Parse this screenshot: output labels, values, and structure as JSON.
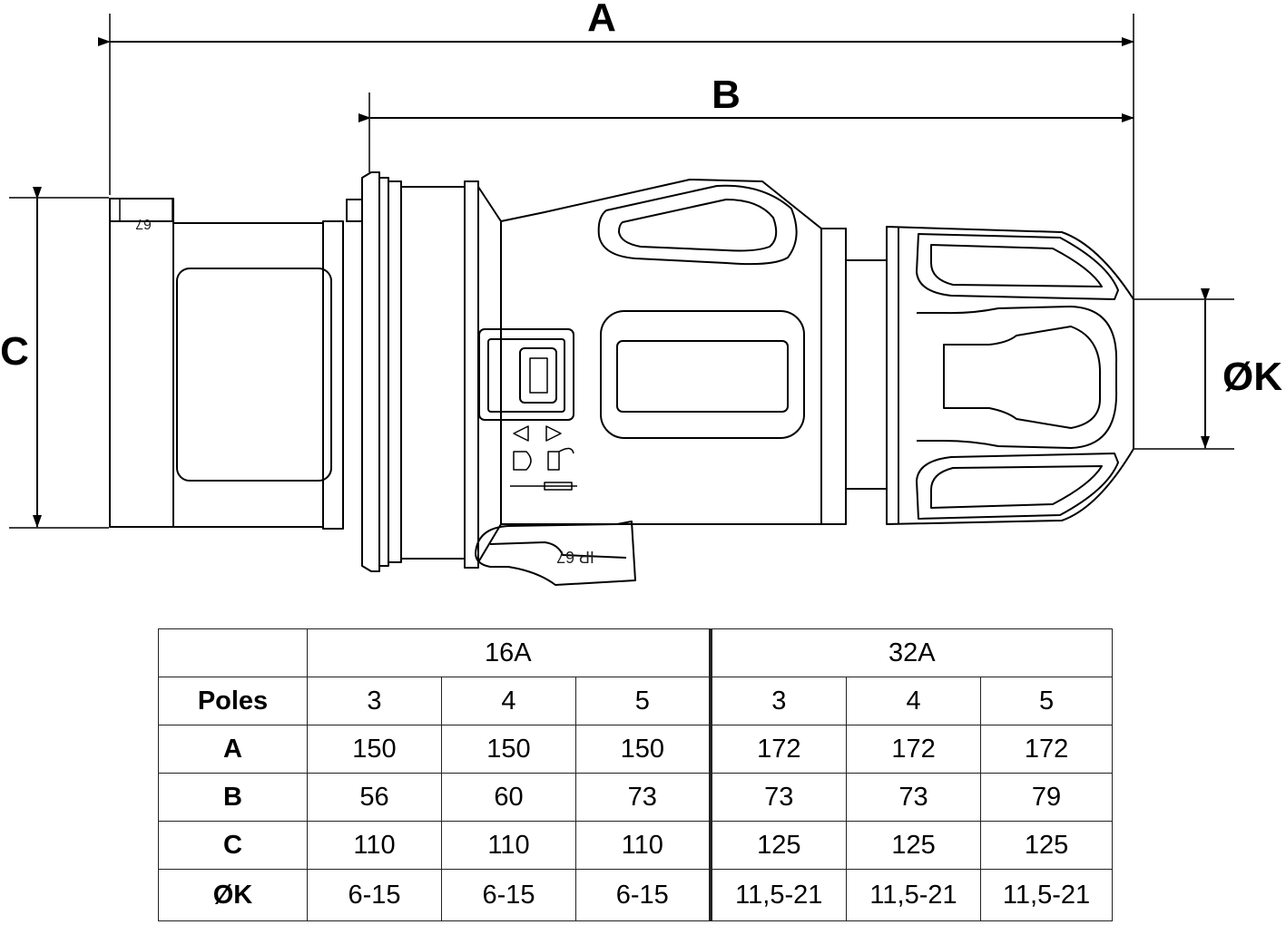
{
  "drawing": {
    "dimension_labels": {
      "A": "A",
      "B": "B",
      "C": "C",
      "K": "ØK"
    },
    "markings": {
      "ip_rating": "IP 67",
      "end_marking": "67"
    }
  },
  "table": {
    "groups": [
      "16A",
      "32A"
    ],
    "rows": [
      {
        "label": "Poles",
        "values": [
          "3",
          "4",
          "5",
          "3",
          "4",
          "5"
        ]
      },
      {
        "label": "A",
        "values": [
          "150",
          "150",
          "150",
          "172",
          "172",
          "172"
        ]
      },
      {
        "label": "B",
        "values": [
          "56",
          "60",
          "73",
          "73",
          "73",
          "79"
        ]
      },
      {
        "label": "C",
        "values": [
          "110",
          "110",
          "110",
          "125",
          "125",
          "125"
        ]
      },
      {
        "label": "ØK",
        "values": [
          "6-15",
          "6-15",
          "6-15",
          "11,5-21",
          "11,5-21",
          "11,5-21"
        ]
      }
    ]
  }
}
